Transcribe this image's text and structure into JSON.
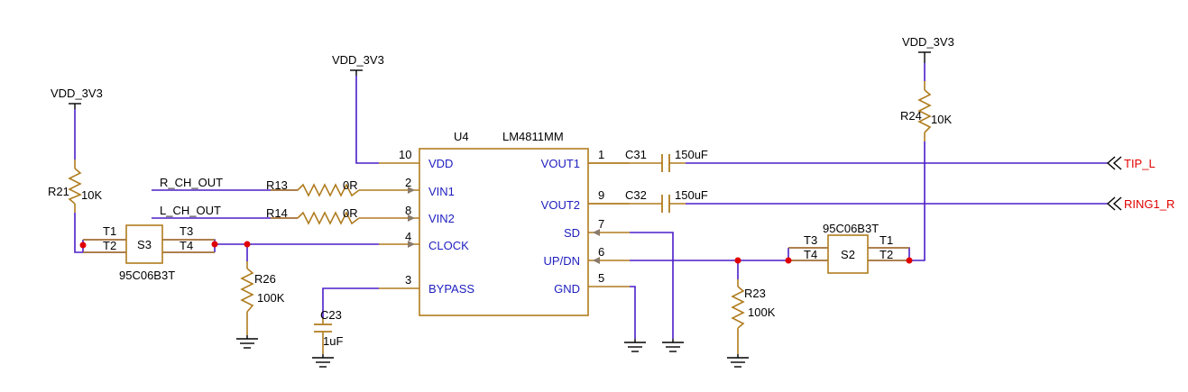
{
  "colors": {
    "wire": "#4b1ec8",
    "component": "#b07c1e",
    "text": "#000000",
    "pin_name": "#2020c0",
    "port": "#e00000",
    "junction": "#e00000"
  },
  "power": {
    "vdd_left": "VDD_3V3",
    "vdd_mid": "VDD_3V3",
    "vdd_right": "VDD_3V3"
  },
  "chip": {
    "ref": "U4",
    "part": "LM4811MM",
    "left_pins": [
      {
        "num": "10",
        "name": "VDD"
      },
      {
        "num": "2",
        "name": "VIN1"
      },
      {
        "num": "8",
        "name": "VIN2"
      },
      {
        "num": "4",
        "name": "CLOCK"
      },
      {
        "num": "3",
        "name": "BYPASS"
      }
    ],
    "right_pins": [
      {
        "num": "1",
        "name": "VOUT1"
      },
      {
        "num": "9",
        "name": "VOUT2"
      },
      {
        "num": "7",
        "name": "SD"
      },
      {
        "num": "6",
        "name": "UP/DN"
      },
      {
        "num": "5",
        "name": "GND"
      }
    ]
  },
  "nets": {
    "r_ch_out": "R_CH_OUT",
    "l_ch_out": "L_CH_OUT",
    "tip_l": "TIP_L",
    "ring1_r": "RING1_R"
  },
  "resistors": {
    "r13": {
      "ref": "R13",
      "value": "0R"
    },
    "r14": {
      "ref": "R14",
      "value": "0R"
    },
    "r21": {
      "ref": "R21",
      "value": "10K"
    },
    "r24": {
      "ref": "R24",
      "value": "10K"
    },
    "r26": {
      "ref": "R26",
      "value": "100K"
    },
    "r23": {
      "ref": "R23",
      "value": "100K"
    }
  },
  "capacitors": {
    "c31": {
      "ref": "C31",
      "value": "150uF"
    },
    "c32": {
      "ref": "C32",
      "value": "150uF"
    },
    "c23": {
      "ref": "C23",
      "value": "1uF"
    }
  },
  "switches": {
    "s3": {
      "ref": "S3",
      "part": "95C06B3T",
      "t1": "T1",
      "t2": "T2",
      "t3": "T3",
      "t4": "T4"
    },
    "s2": {
      "ref": "S2",
      "part": "95C06B3T",
      "t1": "T1",
      "t2": "T2",
      "t3": "T3",
      "t4": "T4"
    }
  }
}
